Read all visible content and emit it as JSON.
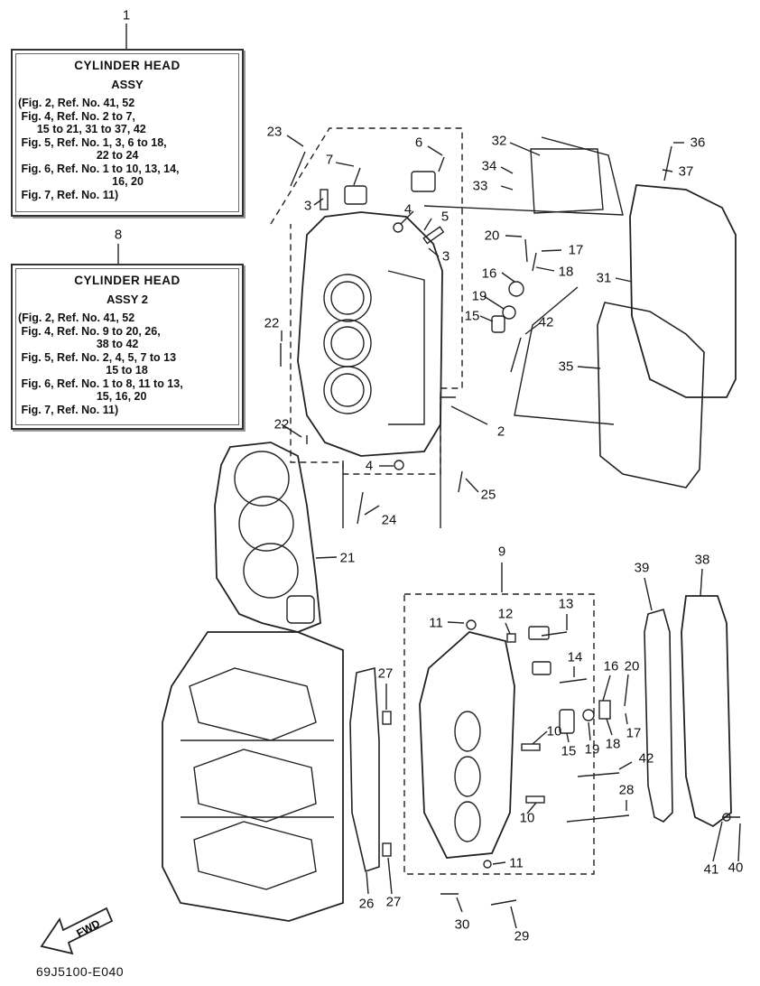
{
  "boxes": [
    {
      "ref": "1",
      "title": "CYLINDER HEAD",
      "subtitle": "ASSY",
      "lines": [
        "(Fig. 2, Ref. No. 41, 52",
        " Fig. 4, Ref. No. 2 to 7,",
        "      15 to 21, 31 to 37, 42",
        " Fig. 5, Ref. No. 1, 3, 6 to 18,",
        "                         22 to 24",
        " Fig. 6, Ref. No. 1 to 10, 13, 14,",
        "                              16, 20",
        " Fig. 7, Ref. No. 11)"
      ]
    },
    {
      "ref": "8",
      "title": "CYLINDER HEAD",
      "subtitle": "ASSY 2",
      "lines": [
        "(Fig. 2, Ref. No. 41, 52",
        " Fig. 4, Ref. No. 9 to 20, 26,",
        "                         38 to 42",
        " Fig. 5, Ref. No. 2, 4, 5, 7 to 13",
        "                            15 to 18",
        " Fig. 6, Ref. No. 1 to 8, 11 to 13,",
        "                         15, 16, 20",
        " Fig. 7, Ref. No. 11)"
      ]
    }
  ],
  "callouts": [
    "1",
    "8",
    "23",
    "7",
    "6",
    "32",
    "36",
    "34",
    "33",
    "37",
    "3",
    "4",
    "5",
    "3",
    "20",
    "17",
    "16",
    "18",
    "31",
    "19",
    "15",
    "42",
    "22",
    "35",
    "2",
    "22",
    "4",
    "25",
    "24",
    "21",
    "9",
    "39",
    "38",
    "13",
    "11",
    "12",
    "14",
    "27",
    "16",
    "20",
    "15",
    "19",
    "18",
    "17",
    "10",
    "42",
    "28",
    "10",
    "41",
    "40",
    "27",
    "26",
    "11",
    "30",
    "29"
  ],
  "fwd_label": "FWD",
  "diagram_code": "69J5100-E040"
}
